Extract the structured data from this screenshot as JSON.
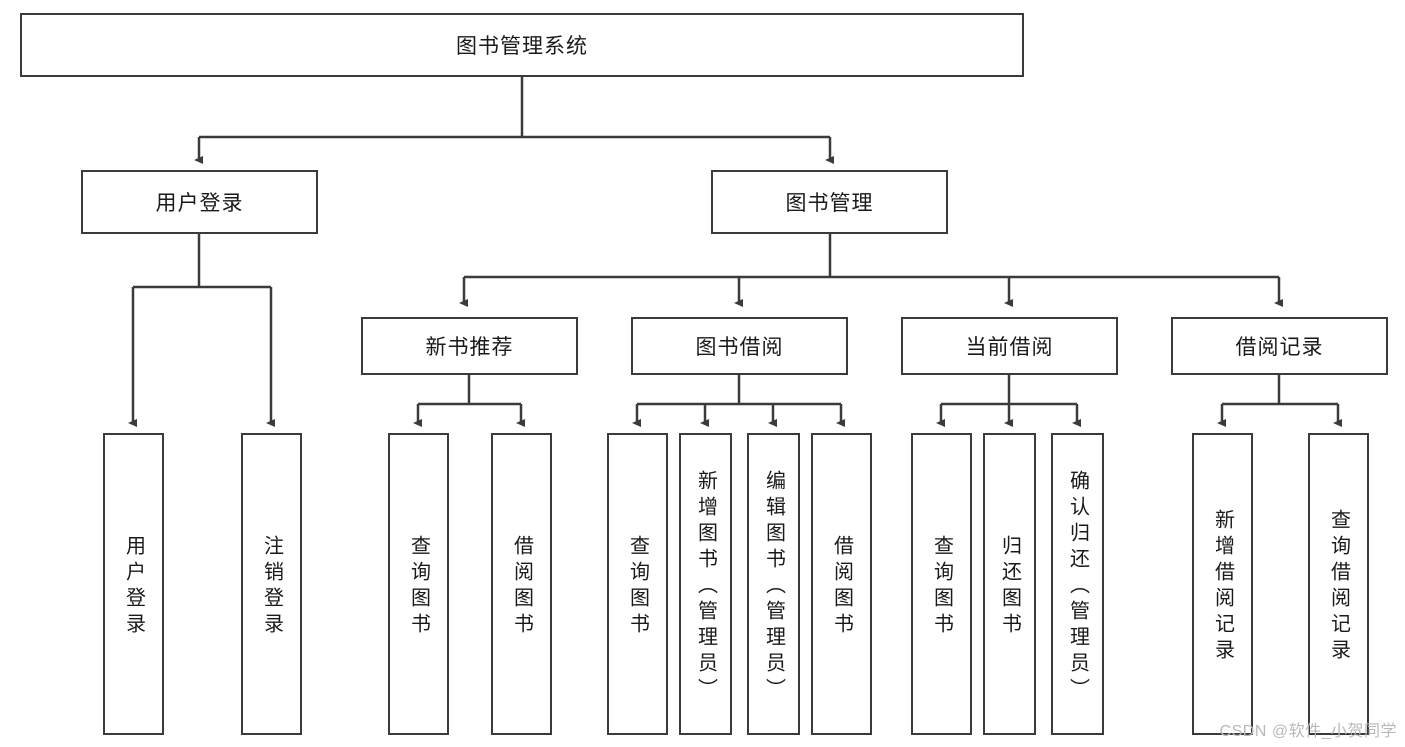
{
  "diagram": {
    "title": "图书管理系统",
    "type": "tree",
    "watermark": "CSDN @软件_小贺同学",
    "colors": {
      "stroke": "#3b3b3b",
      "fill": "#ffffff",
      "text": "#1a1a1a",
      "watermark": "#b9b9b9"
    },
    "nodes": {
      "root": {
        "label": "图书管理系统"
      },
      "level2": [
        {
          "id": "user-login",
          "label": "用户登录"
        },
        {
          "id": "book-manage",
          "label": "图书管理"
        }
      ],
      "level3": [
        {
          "id": "new-book-rec",
          "label": "新书推荐"
        },
        {
          "id": "book-borrow",
          "label": "图书借阅"
        },
        {
          "id": "current-borrow",
          "label": "当前借阅"
        },
        {
          "id": "borrow-record",
          "label": "借阅记录"
        }
      ],
      "leaves": {
        "user_login": [
          {
            "id": "leaf-user-login",
            "label": "用户登录"
          },
          {
            "id": "leaf-logout",
            "label": "注销登录"
          }
        ],
        "new_book_rec": [
          {
            "id": "leaf-query-book-1",
            "label": "查询图书"
          },
          {
            "id": "leaf-borrow-book-1",
            "label": "借阅图书"
          }
        ],
        "book_borrow": [
          {
            "id": "leaf-query-book-2",
            "label": "查询图书"
          },
          {
            "id": "leaf-add-book",
            "label": "新增图书（管理员）"
          },
          {
            "id": "leaf-edit-book",
            "label": "编辑图书（管理员）"
          },
          {
            "id": "leaf-borrow-book-2",
            "label": "借阅图书"
          }
        ],
        "current_borrow": [
          {
            "id": "leaf-query-book-3",
            "label": "查询图书"
          },
          {
            "id": "leaf-return-book",
            "label": "归还图书"
          },
          {
            "id": "leaf-confirm-return",
            "label": "确认归还（管理员）"
          }
        ],
        "borrow_record": [
          {
            "id": "leaf-add-record",
            "label": "新增借阅记录"
          },
          {
            "id": "leaf-query-record",
            "label": "查询借阅记录"
          }
        ]
      }
    }
  }
}
